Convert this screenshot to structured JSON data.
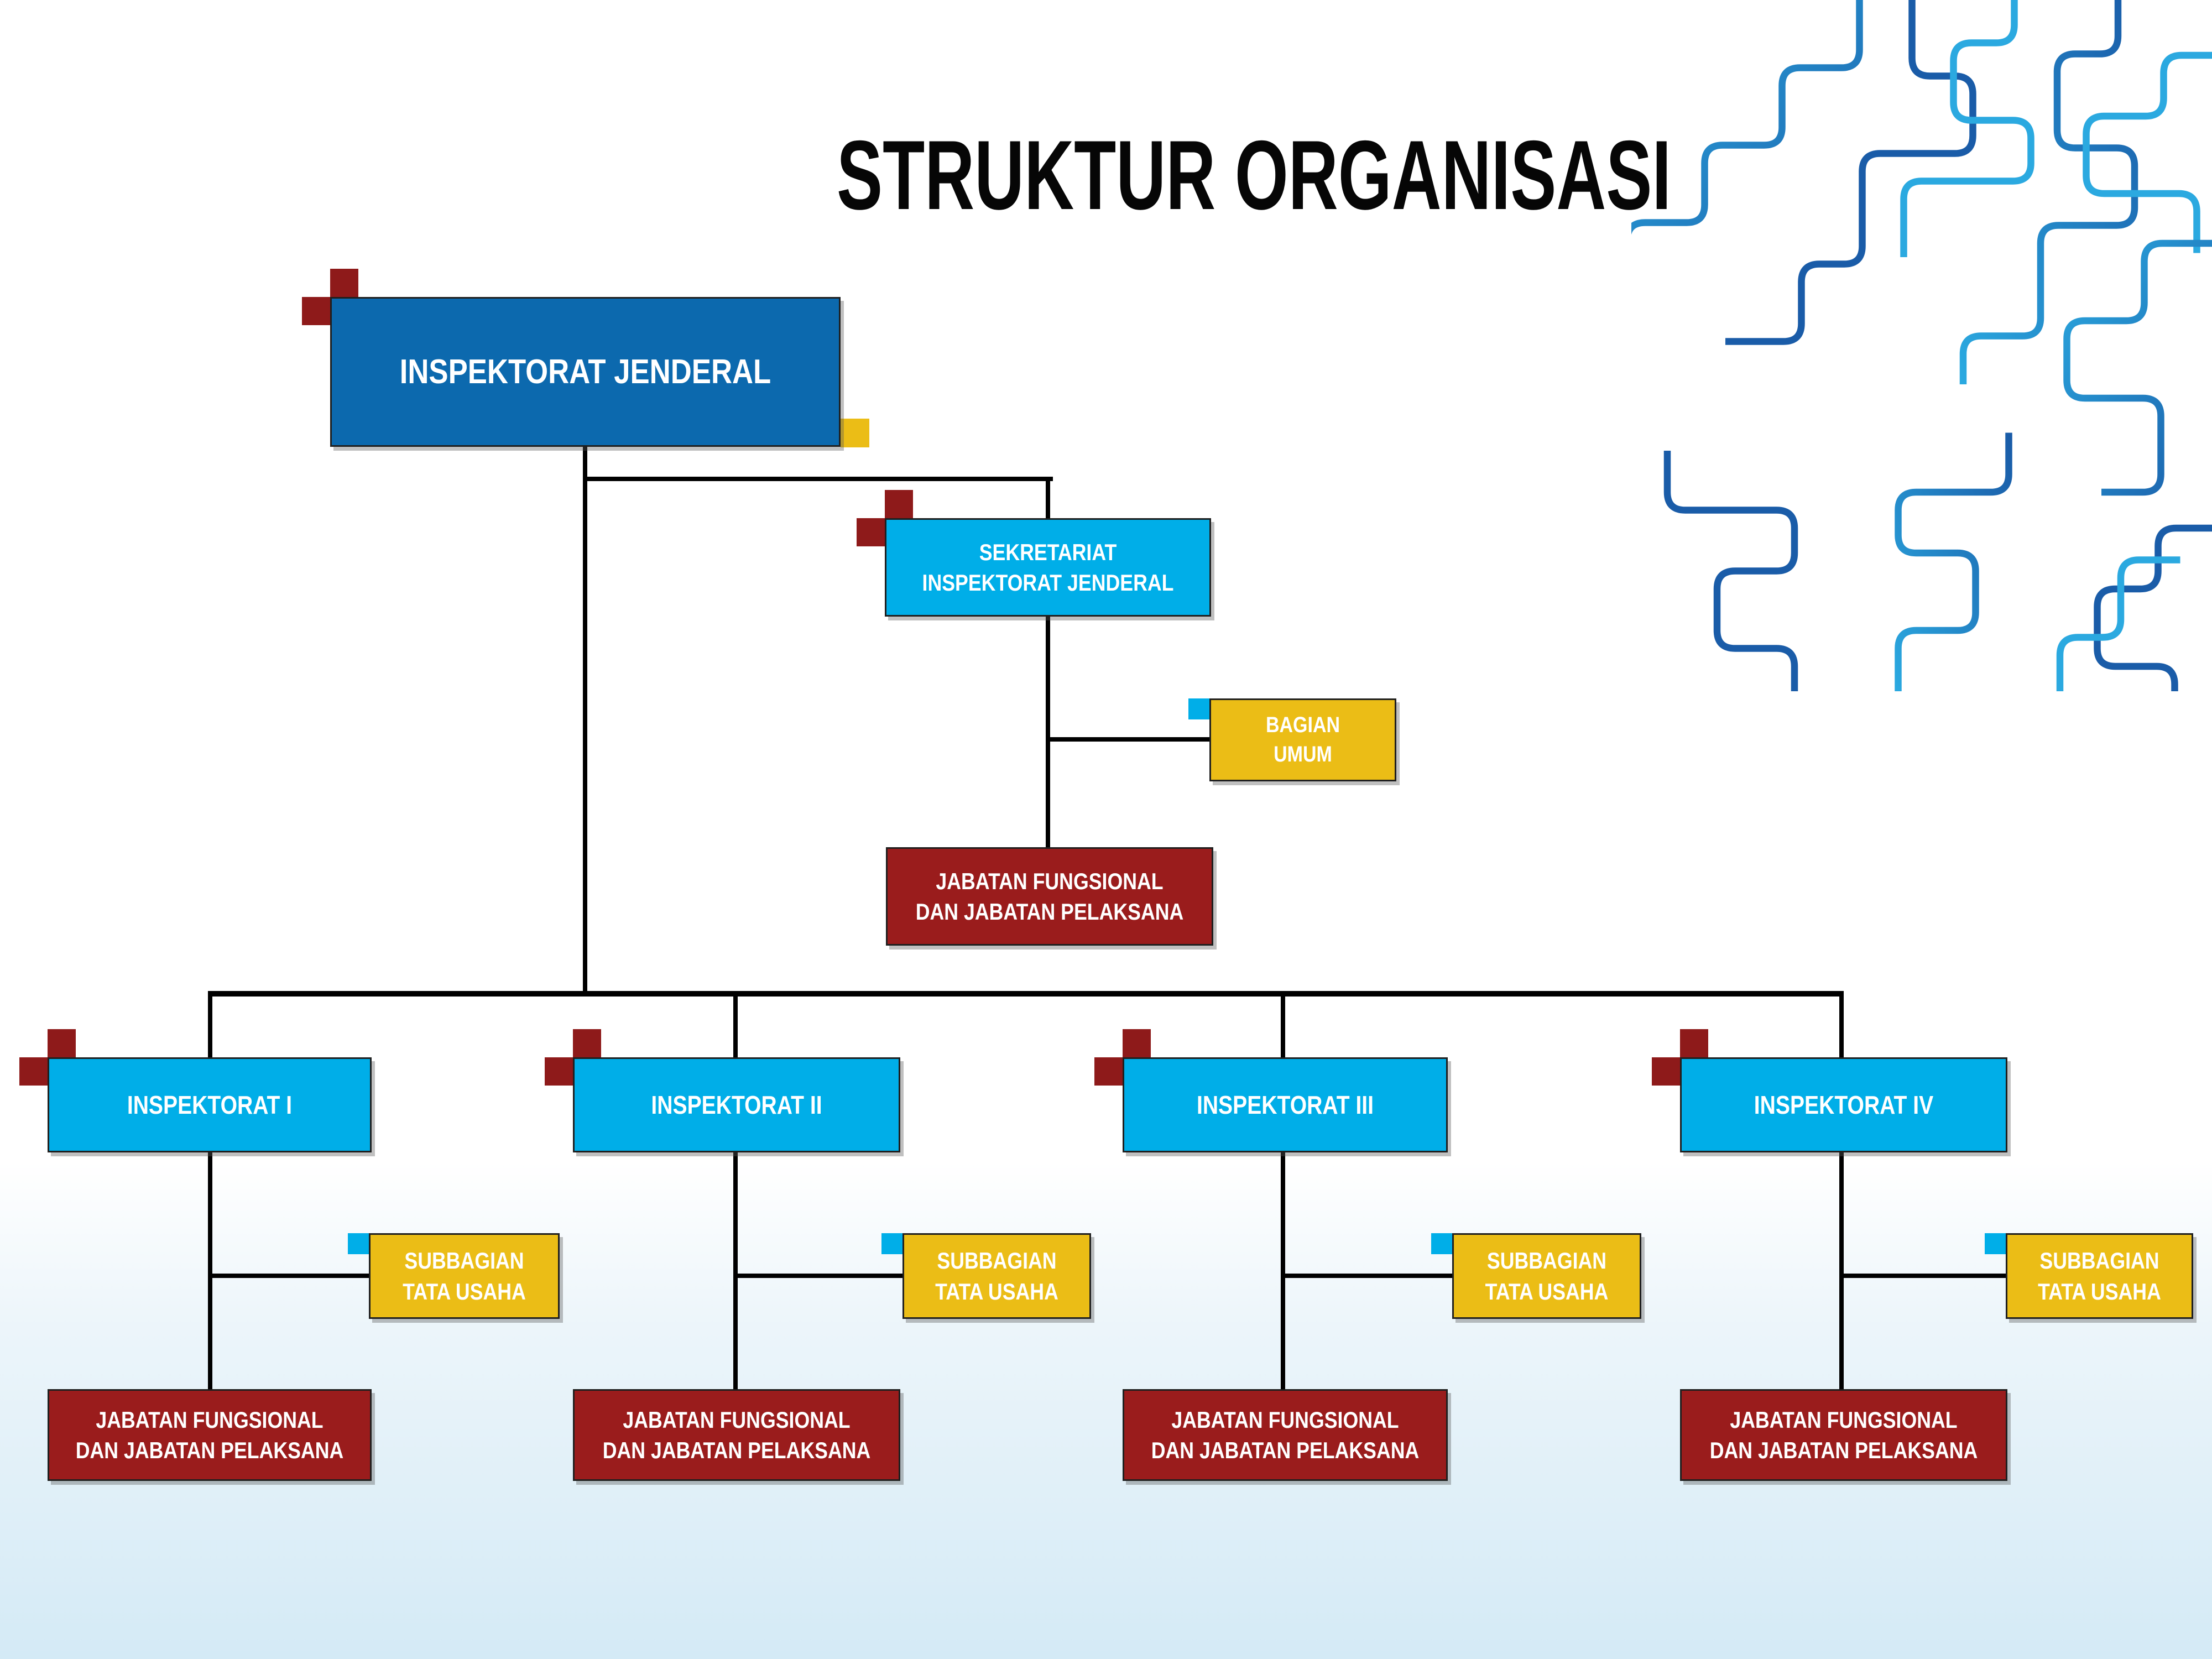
{
  "title": "STRUKTUR ORGANISASI",
  "colors": {
    "root_box_blue": "#0C69AE",
    "cyan_box": "#00AEE8",
    "gold_box": "#EBBD16",
    "maroon_box": "#9A1C1C",
    "accent_red_square": "#8E1A1A",
    "connector_line": "#000000",
    "pattern_blue_light": "#2BA9E0",
    "pattern_blue_dark": "#1A5CA8",
    "background_bottom": "#D4EAF6"
  },
  "org": {
    "root": {
      "label": "INSPEKTORAT JENDERAL"
    },
    "sekretariat": {
      "label": "SEKRETARIAT\nINSPEKTORAT JENDERAL"
    },
    "bagian_umum": {
      "label": "BAGIAN\nUMUM"
    },
    "jabatan_pusat": {
      "label": "JABATAN FUNGSIONAL\nDAN JABATAN PELAKSANA"
    },
    "inspektorats": [
      {
        "label": "INSPEKTORAT I",
        "subbagian": "SUBBAGIAN\nTATA USAHA",
        "jabatan": "JABATAN FUNGSIONAL\nDAN JABATAN PELAKSANA"
      },
      {
        "label": "INSPEKTORAT II",
        "subbagian": "SUBBAGIAN\nTATA USAHA",
        "jabatan": "JABATAN FUNGSIONAL\nDAN JABATAN PELAKSANA"
      },
      {
        "label": "INSPEKTORAT III",
        "subbagian": "SUBBAGIAN\nTATA USAHA",
        "jabatan": "JABATAN FUNGSIONAL\nDAN JABATAN PELAKSANA"
      },
      {
        "label": "INSPEKTORAT IV",
        "subbagian": "SUBBAGIAN\nTATA USAHA",
        "jabatan": "JABATAN FUNGSIONAL\nDAN JABATAN PELAKSANA"
      }
    ]
  }
}
